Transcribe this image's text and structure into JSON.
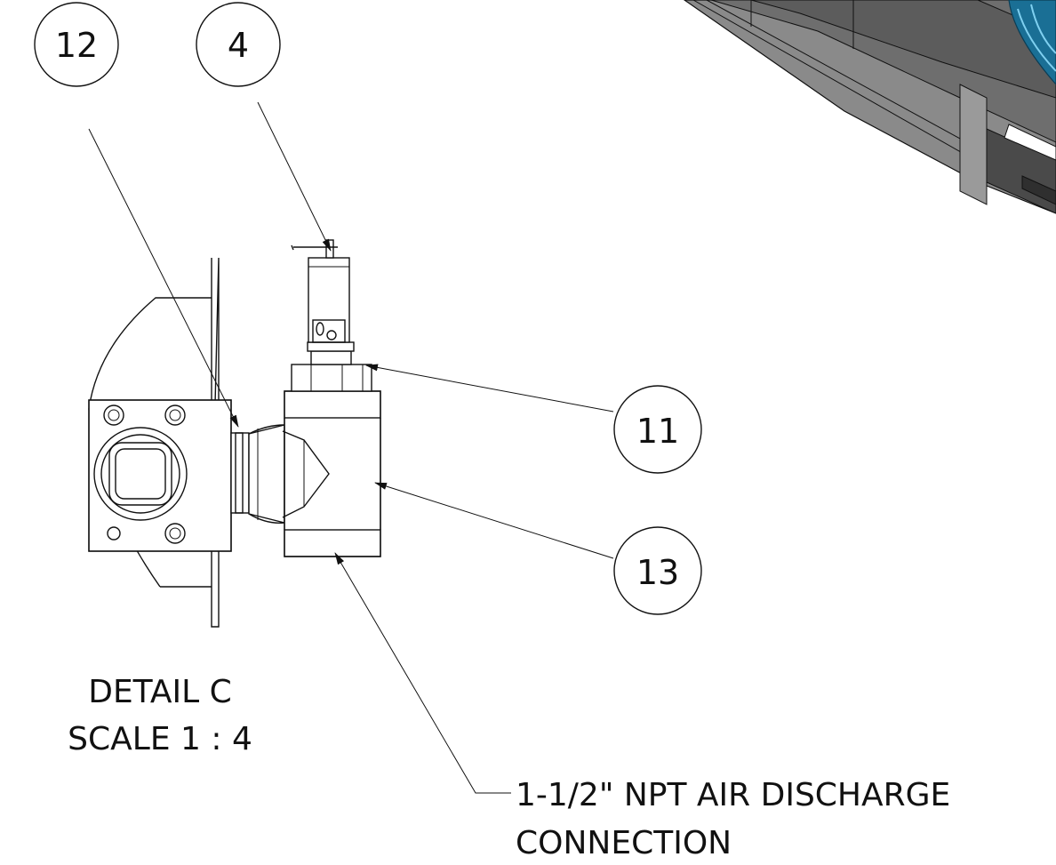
{
  "balloons": [
    {
      "id": "b12",
      "label": "12"
    },
    {
      "id": "b4",
      "label": "4"
    },
    {
      "id": "b11",
      "label": "11"
    },
    {
      "id": "b13",
      "label": "13"
    }
  ],
  "detail": {
    "title": "DETAIL C",
    "scale": "SCALE 1 : 4"
  },
  "note": {
    "line1": "1-1/2\" NPT AIR DISCHARGE",
    "line2": "CONNECTION"
  },
  "colors": {
    "line": "#111111",
    "machine_gray": "#6f6f6f",
    "machine_dark": "#3d3d3d",
    "accent_blue": "#1a6f95"
  }
}
